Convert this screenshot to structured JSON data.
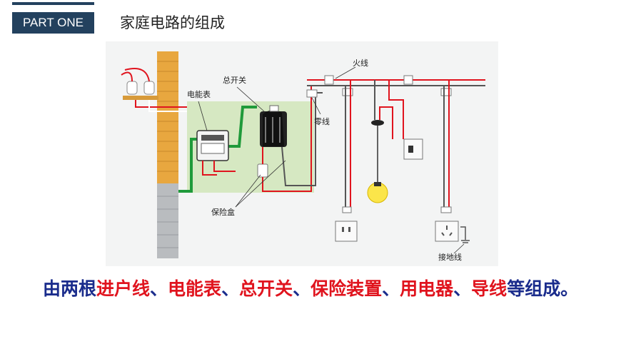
{
  "header": {
    "badge": "PART ONE",
    "title": "家庭电路的组成"
  },
  "diagram": {
    "labels": {
      "meter": "电能表",
      "main_switch": "总开关",
      "live_wire": "火线",
      "neutral_wire": "零线",
      "fuse_box": "保险盒",
      "ground_wire": "接地线"
    }
  },
  "caption": {
    "prefix": "由两根",
    "items": [
      "进户线",
      "电能表",
      "总开关",
      "保险装置",
      "用电器",
      "导线"
    ],
    "sep1": "、",
    "sep2": "、",
    "sep3": "、",
    "sep4": "、",
    "sep5": "、",
    "suffix": "等组成。"
  },
  "colors": {
    "accent": "#23415e",
    "caption_blue": "#1a2c8c",
    "caption_red": "#e0141e"
  }
}
